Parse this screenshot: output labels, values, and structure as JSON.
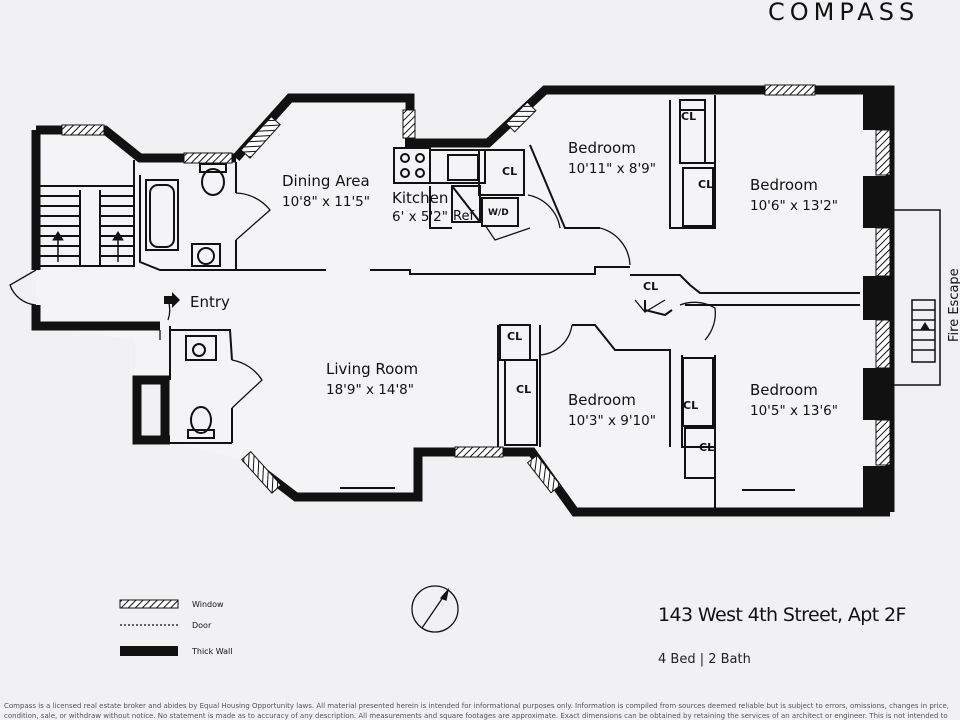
{
  "brand": "COMPASS",
  "address": "143 West 4th Street, Apt 2F",
  "summary": "4 Bed | 2 Bath",
  "rooms": [
    {
      "name": "Dining Area",
      "dims": "10'8\" x 11'5\""
    },
    {
      "name": "Kitchen",
      "dims": "6' x 5'2\""
    },
    {
      "name": "Bedroom",
      "dims": "10'11\" x 8'9\""
    },
    {
      "name": "Bedroom",
      "dims": "10'6\" x 13'2\""
    },
    {
      "name": "Living Room",
      "dims": "18'9\" x 14'8\""
    },
    {
      "name": "Bedroom",
      "dims": "10'3\" x 9'10\""
    },
    {
      "name": "Bedroom",
      "dims": "10'5\" x 13'6\""
    }
  ],
  "labels": {
    "entry": "Entry",
    "ref": "Ref",
    "wd": "W/D",
    "closet": "CL",
    "fire_escape": "Fire Escape"
  },
  "legend": {
    "window": "Window",
    "door": "Door",
    "thick_wall": "Thick Wall"
  },
  "disclaimer": "Compass is a licensed real estate broker and abides by Equal Housing Opportunity laws. All material presented herein is intended for informational purposes only. Information is compiled from sources deemed reliable but is subject to errors, omissions, changes in price, condition, sale, or withdraw without notice. No statement is made as to accuracy of any description. All measurements and square footages are approximate. Exact dimensions can be obtained by retaining the services of an architect or engineer. This is not intended to solicit property already listed."
}
